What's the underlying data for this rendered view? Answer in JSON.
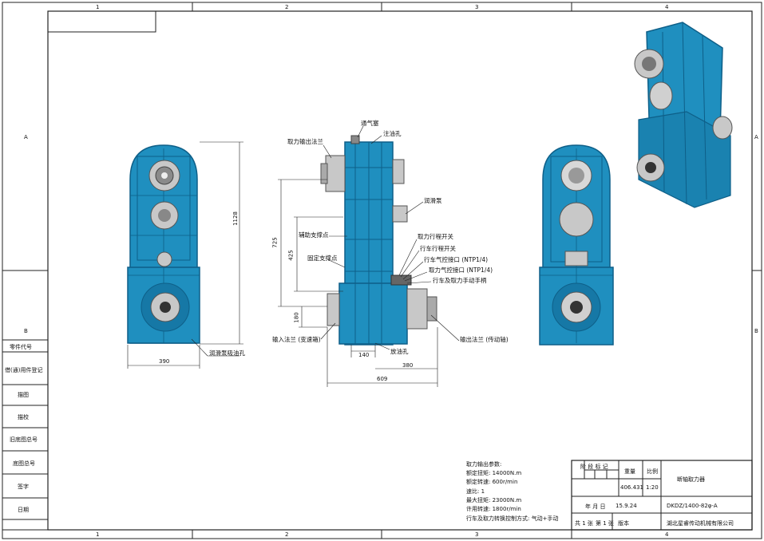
{
  "frame": {
    "col_markers": [
      "1",
      "2",
      "3",
      "4"
    ],
    "row_markers": [
      "A",
      "B"
    ]
  },
  "left_strip": {
    "rows": [
      "零件代号",
      "借(通)用件登记",
      "描图",
      "描校",
      "旧底图总号",
      "底图总号",
      "签字",
      "日期"
    ]
  },
  "front_view": {
    "height_dim": "1128",
    "width_dim": "390",
    "oil_label": "润滑泵吸油孔"
  },
  "side_view": {
    "labels": {
      "breather": "通气塞",
      "oil_fill": "注油孔",
      "pto_output_flange": "取力输出法兰",
      "lube_pump": "润滑泵",
      "aux_support": "辅助支撑点",
      "pto_switch": "取力行程开关",
      "drive_switch": "行车行程开关",
      "drive_air_port": "行车气控接口 (NTP1/4)",
      "pto_air_port": "取力气控接口 (NTP1/4)",
      "manual": "行车及取力手动手柄",
      "fixed_support": "固定支撑点",
      "input_flange": "输入法兰 (变速箱)",
      "output_flange": "输出法兰 (传动轴)",
      "drain": "放油孔"
    },
    "dims": {
      "d725": "725",
      "d425": "425",
      "d180": "180",
      "d140": "140",
      "d380": "380",
      "d609": "609"
    }
  },
  "params": {
    "lines": [
      "取力输出参数:",
      "额定扭矩: 14000N.m",
      "额定转速: 600r/min",
      "速比: 1",
      "最大扭矩: 23000N.m",
      "许用转速: 1800r/min",
      "行车及取力转换控制方式: 气动+手动"
    ]
  },
  "title_block": {
    "stage_label": "阶 段 标 记",
    "weight_label": "重量",
    "scale_label": "比例",
    "weight": "406.431",
    "scale": "1:20",
    "product_name": "断轴取力器",
    "date_label": "年 月 日",
    "date": "15.9.24",
    "drawing_no": "DKDZ/1400-82φ-A",
    "sheets_label": "共 1 张",
    "sheet_label": "第 1 张",
    "version_label": "版本",
    "company": "湖北星睿传动机械有限公司"
  },
  "colors": {
    "body_blue": "#1f8fbf",
    "body_dark": "#0e5f88",
    "metal": "#c8c8c8",
    "line": "#222222"
  }
}
